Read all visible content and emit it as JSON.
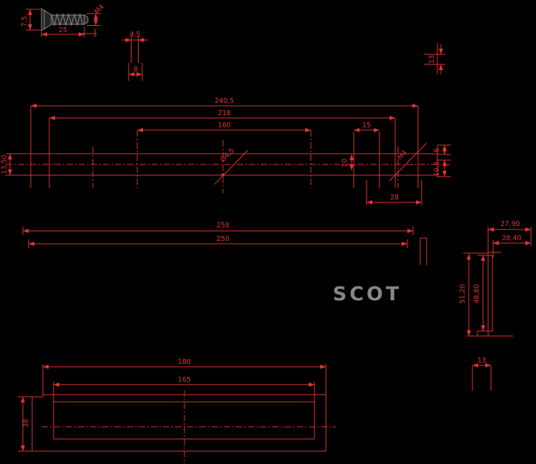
{
  "colors": {
    "background": "#000000",
    "line": "#e03333",
    "part_gray": "#8a8a8a",
    "watermark": "#8f8f8f"
  },
  "watermark": {
    "text": "SCOT"
  },
  "views": {
    "screw": {
      "head_height": "7,5",
      "length": "25",
      "thread": "M4"
    },
    "slot_section": {
      "inner_width": "4,5",
      "outer_width": "8"
    },
    "end_tab": {
      "height": "13"
    },
    "front": {
      "overall": "240,5",
      "mount_spacing": "218",
      "hole_spacing": "160",
      "dim_15": "15",
      "dim_10": "10",
      "thread": "M4",
      "dim_6": "6",
      "dim_10_5": "10,5",
      "dim_28": "28",
      "height": "13,50",
      "hole_dia": "Ø4,5"
    },
    "lengths": {
      "overall": "258",
      "inner": "250"
    },
    "side_profile": {
      "depth_outer": "27,90",
      "depth_inner": "28,40",
      "height_outer": "51,20",
      "height_inner": "48,80"
    },
    "bottom": {
      "outer_width": "180",
      "inner_width": "165",
      "height": "38",
      "tab_width": "13"
    }
  }
}
